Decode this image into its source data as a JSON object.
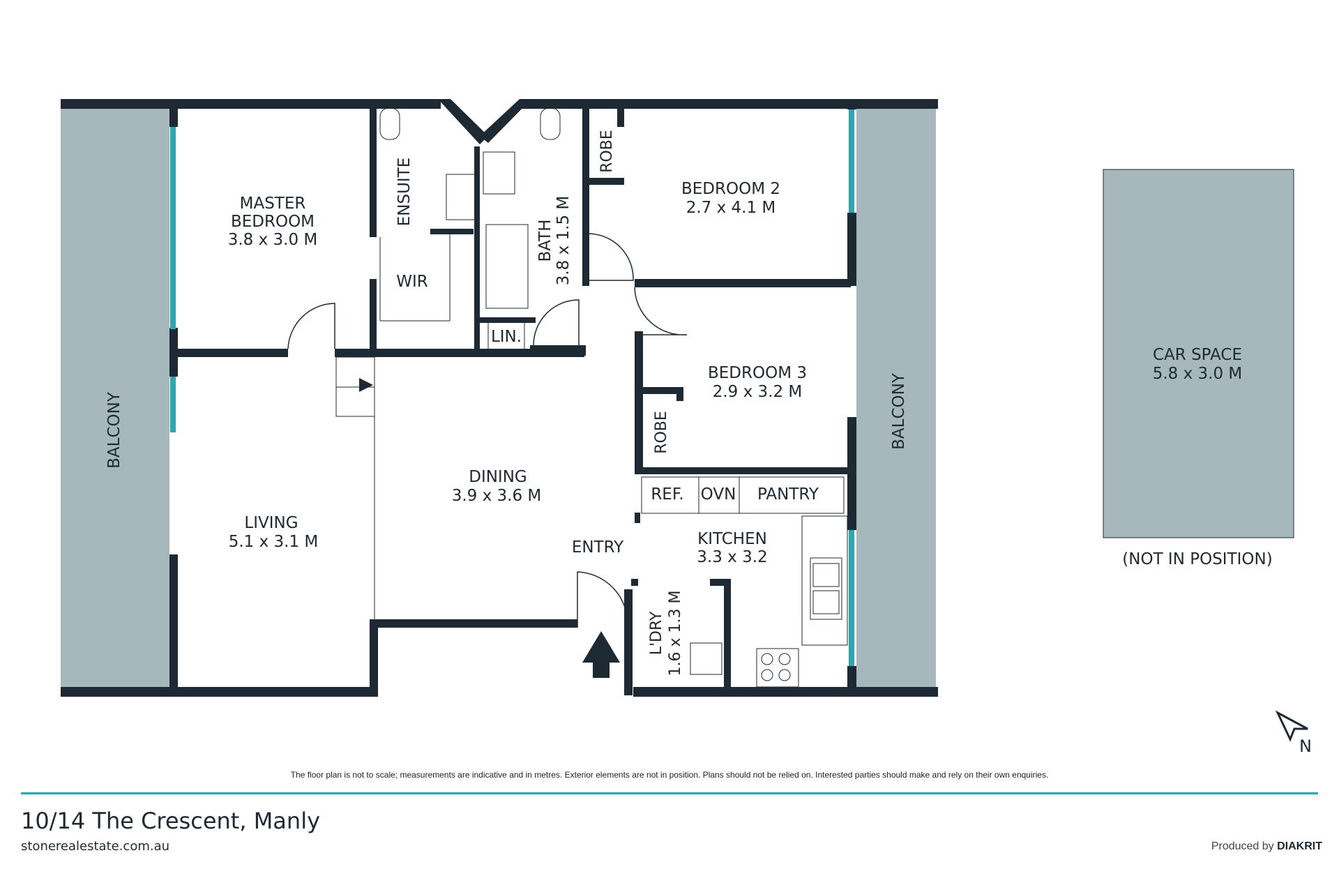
{
  "plan": {
    "rooms": {
      "master_bedroom": {
        "name_line1": "MASTER",
        "name_line2": "BEDROOM",
        "size": "3.8 x 3.0 M"
      },
      "ensuite": {
        "name": "ENSUITE"
      },
      "wir": {
        "name": "WIR"
      },
      "bath": {
        "name": "BATH",
        "size": "3.8 x 1.5 M"
      },
      "lin": {
        "name": "LIN."
      },
      "robe_1": {
        "name": "ROBE"
      },
      "bedroom_2": {
        "name": "BEDROOM 2",
        "size": "2.7 x 4.1 M"
      },
      "bedroom_3": {
        "name": "BEDROOM 3",
        "size": "2.9 x 3.2 M"
      },
      "robe_2": {
        "name": "ROBE"
      },
      "balcony_left": {
        "name": "BALCONY"
      },
      "balcony_right": {
        "name": "BALCONY"
      },
      "living": {
        "name": "LIVING",
        "size": "5.1 x 3.1 M"
      },
      "dining": {
        "name": "DINING",
        "size": "3.9 x 3.6 M"
      },
      "entry": {
        "name": "ENTRY"
      },
      "kitchen": {
        "name": "KITCHEN",
        "size": "3.3 x 3.2"
      },
      "ref": {
        "name": "REF."
      },
      "ovn": {
        "name": "OVN"
      },
      "pantry": {
        "name": "PANTRY"
      },
      "laundry": {
        "name": "L'DRY",
        "size": "1.6 x 1.3 M"
      },
      "car_space": {
        "name": "CAR SPACE",
        "size": "5.8 x 3.0 M",
        "note": "(NOT IN POSITION)"
      }
    },
    "compass": {
      "letter": "N"
    },
    "colors": {
      "wall": "#1e2a33",
      "balcony": "#a7b8bd",
      "window": "#2aa8b3"
    }
  },
  "footer": {
    "disclaimer": "The floor plan is not to scale; measurements are indicative and in metres. Exterior elements are not in position. Plans should not be relied on. Interested parties should make and rely on their own enquiries.",
    "address": "10/14 The Crescent, Manly",
    "website": "stonerealestate.com.au",
    "credit_prefix": "Produced by ",
    "credit_brand": "DIAKRIT"
  }
}
